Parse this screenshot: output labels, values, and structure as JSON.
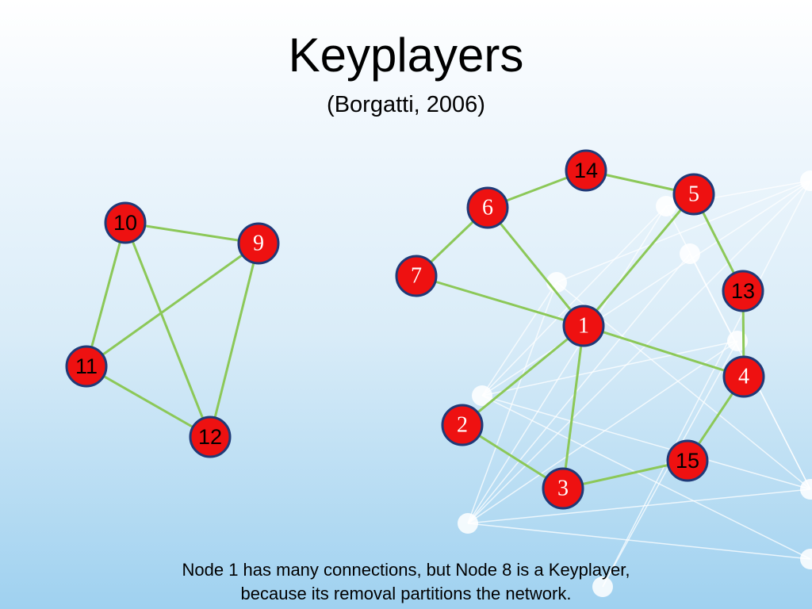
{
  "slide": {
    "title": "Keyplayers",
    "subtitle": "(Borgatti, 2006)",
    "caption_line1": "Node 1 has many connections, but Node 8 is a Keyplayer,",
    "caption_line2": "because its removal partitions the network."
  },
  "colors": {
    "node_fill": "#ee1111",
    "node_stroke": "#1f3a78",
    "edge": "#8cc858",
    "background_web": "#ffffff"
  },
  "network": {
    "nodes": [
      {
        "id": "10",
        "font": "sans"
      },
      {
        "id": "9",
        "font": "serif"
      },
      {
        "id": "11",
        "font": "sans"
      },
      {
        "id": "12",
        "font": "sans"
      },
      {
        "id": "14",
        "font": "sans"
      },
      {
        "id": "5",
        "font": "serif"
      },
      {
        "id": "6",
        "font": "serif"
      },
      {
        "id": "7",
        "font": "serif"
      },
      {
        "id": "13",
        "font": "sans"
      },
      {
        "id": "1",
        "font": "serif"
      },
      {
        "id": "4",
        "font": "serif"
      },
      {
        "id": "2",
        "font": "serif"
      },
      {
        "id": "15",
        "font": "sans"
      },
      {
        "id": "3",
        "font": "serif"
      }
    ],
    "edges": [
      [
        "10",
        "9"
      ],
      [
        "10",
        "11"
      ],
      [
        "10",
        "12"
      ],
      [
        "9",
        "11"
      ],
      [
        "9",
        "12"
      ],
      [
        "11",
        "12"
      ],
      [
        "6",
        "14"
      ],
      [
        "14",
        "5"
      ],
      [
        "6",
        "7"
      ],
      [
        "6",
        "1"
      ],
      [
        "7",
        "1"
      ],
      [
        "5",
        "1"
      ],
      [
        "5",
        "13"
      ],
      [
        "13",
        "4"
      ],
      [
        "1",
        "4"
      ],
      [
        "1",
        "2"
      ],
      [
        "1",
        "3"
      ],
      [
        "2",
        "3"
      ],
      [
        "3",
        "15"
      ],
      [
        "15",
        "4"
      ]
    ]
  }
}
